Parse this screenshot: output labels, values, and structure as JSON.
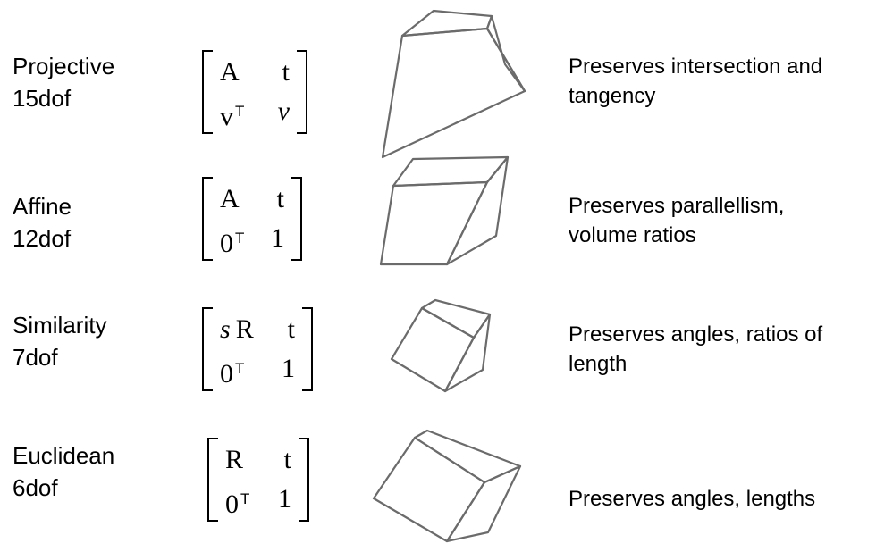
{
  "rows": [
    {
      "name": "Projective",
      "dof": "15dof",
      "matrix": {
        "a": "A",
        "b": "t",
        "c": "v",
        "c_sup": "T",
        "d": "v"
      },
      "description": [
        "Preserves intersection and",
        "tangency"
      ]
    },
    {
      "name": "Affine",
      "dof": "12dof",
      "matrix": {
        "a": "A",
        "b": "t",
        "c": "0",
        "c_sup": "T",
        "d": "1"
      },
      "description": [
        "Preserves parallellism,",
        "volume ratios"
      ]
    },
    {
      "name": "Similarity",
      "dof": "7dof",
      "matrix": {
        "a_italic": "s",
        "a": "R",
        "b": "t",
        "c": "0",
        "c_sup": "T",
        "d": "1"
      },
      "description": [
        "Preserves angles, ratios of",
        "length"
      ]
    },
    {
      "name": "Euclidean",
      "dof": "6dof",
      "matrix": {
        "a": "R",
        "b": "t",
        "c": "0",
        "c_sup": "T",
        "d": "1"
      },
      "description": [
        "Preserves angles, lengths"
      ]
    }
  ],
  "colors": {
    "text": "#000000",
    "shape_stroke": "#6b6b6b"
  },
  "shape_icons": [
    "projective-frustum-icon",
    "affine-parallelepiped-icon",
    "similarity-cube-icon",
    "euclidean-cube-icon"
  ]
}
